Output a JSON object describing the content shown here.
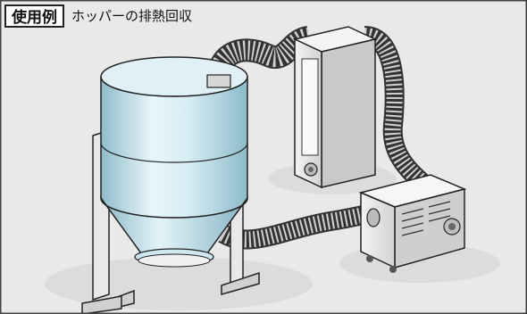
{
  "header": {
    "tag": "使用例",
    "caption": "ホッパーの排熱回収"
  },
  "scene": {
    "items": [
      "hopper",
      "hopper-stand",
      "heater-unit",
      "heat-recovery-blower",
      "duct-hose-top",
      "duct-hose-side",
      "duct-hose-bottom"
    ]
  },
  "colors": {
    "background": "#e9e9e9",
    "hopper_light": "#e3f3f8",
    "hopper_shade": "#9fc8d6",
    "metal": "#cccccc",
    "outline": "#222222"
  }
}
